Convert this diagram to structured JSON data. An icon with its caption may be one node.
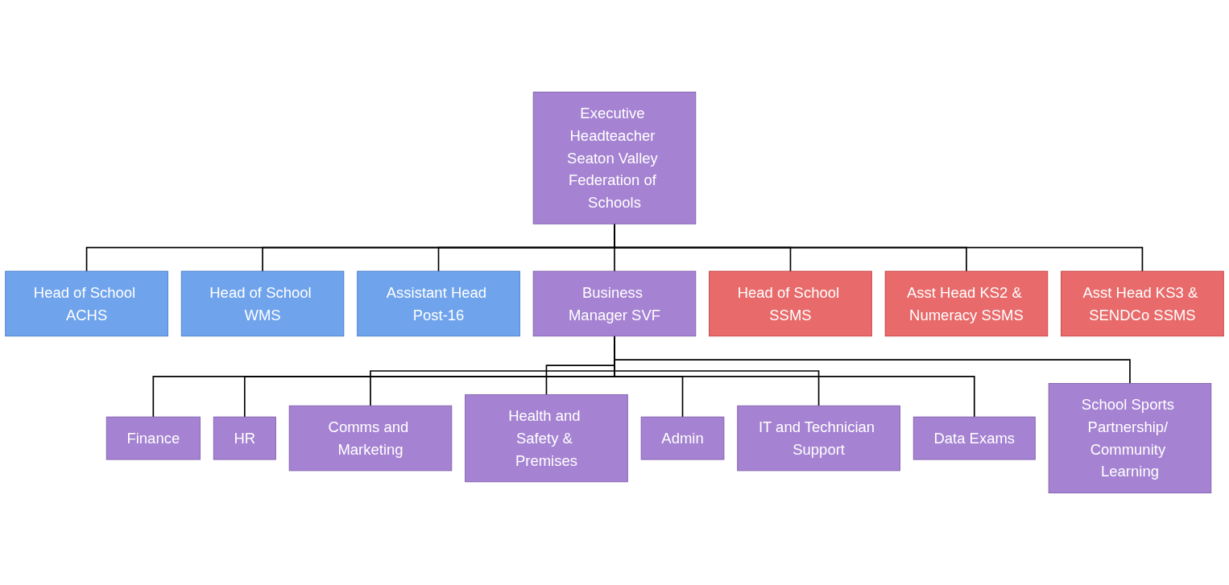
{
  "diagram": {
    "nodes": [
      {
        "text": [
          "Executive Headteacher Seaton Valley Federation of Schools"
        ]
      },
      {
        "text": [
          "Head of School ACHS"
        ]
      },
      {
        "text": [
          "Head of School WMS"
        ]
      },
      {
        "text": [
          "Assistant Head Post-16"
        ]
      },
      {
        "text": [
          "Business Manager SVF"
        ]
      },
      {
        "text": [
          "Head of School SSMS"
        ]
      },
      {
        "text": [
          "Asst Head KS2 & Numeracy SSMS"
        ]
      },
      {
        "text": [
          "Asst Head KS3 & SENDCo SSMS"
        ]
      },
      {
        "text": [
          "Finance"
        ]
      },
      {
        "text": [
          "HR"
        ]
      },
      {
        "text": [
          "Comms and Marketing"
        ]
      },
      {
        "text": [
          "Health and Safety & Premises"
        ]
      },
      {
        "text": [
          "Admin"
        ]
      },
      {
        "text": [
          "IT and Technician Support"
        ]
      },
      {
        "text": [
          "Data Exams"
        ]
      },
      {
        "text": [
          "School Sports Partnership/ Community Learning"
        ]
      }
    ],
    "edges": [
      {
        "from": 0,
        "to": 1,
        "arrow": "none"
      },
      {
        "from": 0,
        "to": 2,
        "arrow": "none"
      },
      {
        "from": 0,
        "to": 3,
        "arrow": "none"
      },
      {
        "from": 0,
        "to": 4,
        "arrow": "none"
      },
      {
        "from": 0,
        "to": 5,
        "arrow": "none"
      },
      {
        "from": 0,
        "to": 6,
        "arrow": "none"
      },
      {
        "from": 0,
        "to": 7,
        "arrow": "none"
      },
      {
        "from": 4,
        "to": 8,
        "arrow": "none"
      },
      {
        "from": 4,
        "to": 9,
        "arrow": "none"
      },
      {
        "from": 4,
        "to": 10,
        "arrow": "none"
      },
      {
        "from": 4,
        "to": 11,
        "arrow": "none"
      },
      {
        "from": 4,
        "to": 12,
        "arrow": "none"
      },
      {
        "from": 4,
        "to": 13,
        "arrow": "none"
      },
      {
        "from": 4,
        "to": 14,
        "arrow": "none"
      },
      {
        "from": 4,
        "to": 15,
        "arrow": "none"
      }
    ]
  }
}
